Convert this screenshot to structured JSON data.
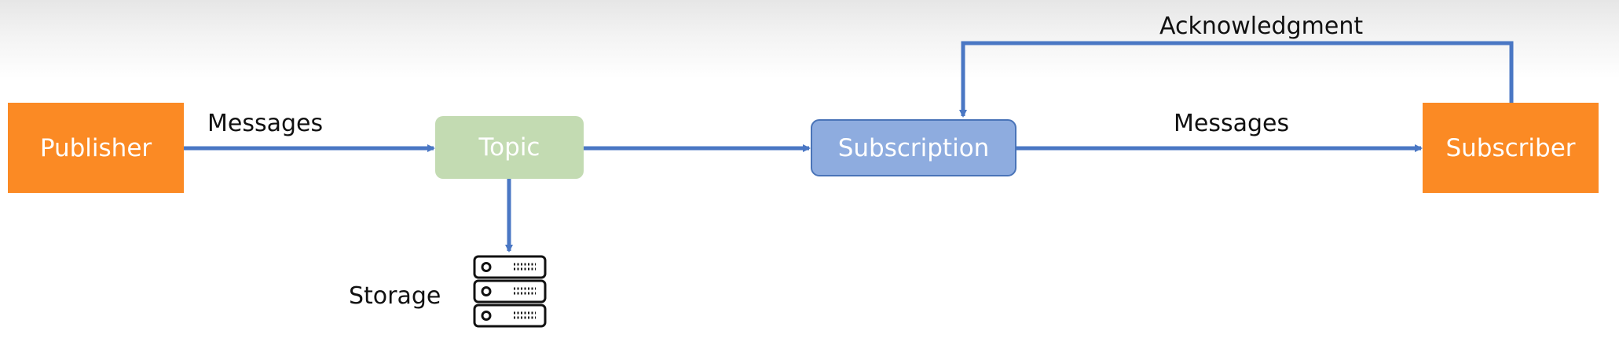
{
  "diagram": {
    "nodes": {
      "publisher": "Publisher",
      "topic": "Topic",
      "subscription": "Subscription",
      "subscriber": "Subscriber"
    },
    "edge_labels": {
      "publisher_to_topic": "Messages",
      "subscription_to_subscriber": "Messages",
      "subscriber_to_subscription": "Acknowledgment"
    },
    "storage_label": "Storage",
    "icons": [
      "server-storage-icon"
    ]
  },
  "colors": {
    "endpoint_fill": "#fb8a24",
    "topic_fill": "#c3dbb2",
    "subscription_fill": "#8eacdf",
    "arrow": "#4a77c4"
  }
}
